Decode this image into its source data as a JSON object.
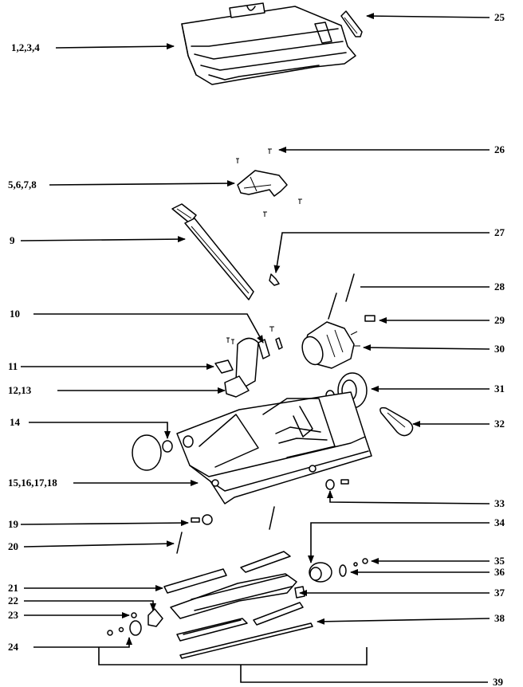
{
  "diagram": {
    "labels": [
      {
        "id": "l1",
        "text": "1,2,3,4"
      },
      {
        "id": "l5",
        "text": "5,6,7,8"
      },
      {
        "id": "l9",
        "text": "9"
      },
      {
        "id": "l10",
        "text": "10"
      },
      {
        "id": "l11",
        "text": "11"
      },
      {
        "id": "l12",
        "text": "12,13"
      },
      {
        "id": "l14",
        "text": "14"
      },
      {
        "id": "l15",
        "text": "15,16,17,18"
      },
      {
        "id": "l19",
        "text": "19"
      },
      {
        "id": "l20",
        "text": "20"
      },
      {
        "id": "l21",
        "text": "21"
      },
      {
        "id": "l22",
        "text": "22"
      },
      {
        "id": "l23",
        "text": "23"
      },
      {
        "id": "l24",
        "text": "24"
      },
      {
        "id": "l25",
        "text": "25"
      },
      {
        "id": "l26",
        "text": "26"
      },
      {
        "id": "l27",
        "text": "27"
      },
      {
        "id": "l28",
        "text": "28"
      },
      {
        "id": "l29",
        "text": "29"
      },
      {
        "id": "l30",
        "text": "30"
      },
      {
        "id": "l31",
        "text": "31"
      },
      {
        "id": "l32",
        "text": "32"
      },
      {
        "id": "l33",
        "text": "33"
      },
      {
        "id": "l34",
        "text": "34"
      },
      {
        "id": "l35",
        "text": "35"
      },
      {
        "id": "l36",
        "text": "36"
      },
      {
        "id": "l37",
        "text": "37"
      },
      {
        "id": "l38",
        "text": "38"
      },
      {
        "id": "l39",
        "text": "39"
      }
    ]
  }
}
